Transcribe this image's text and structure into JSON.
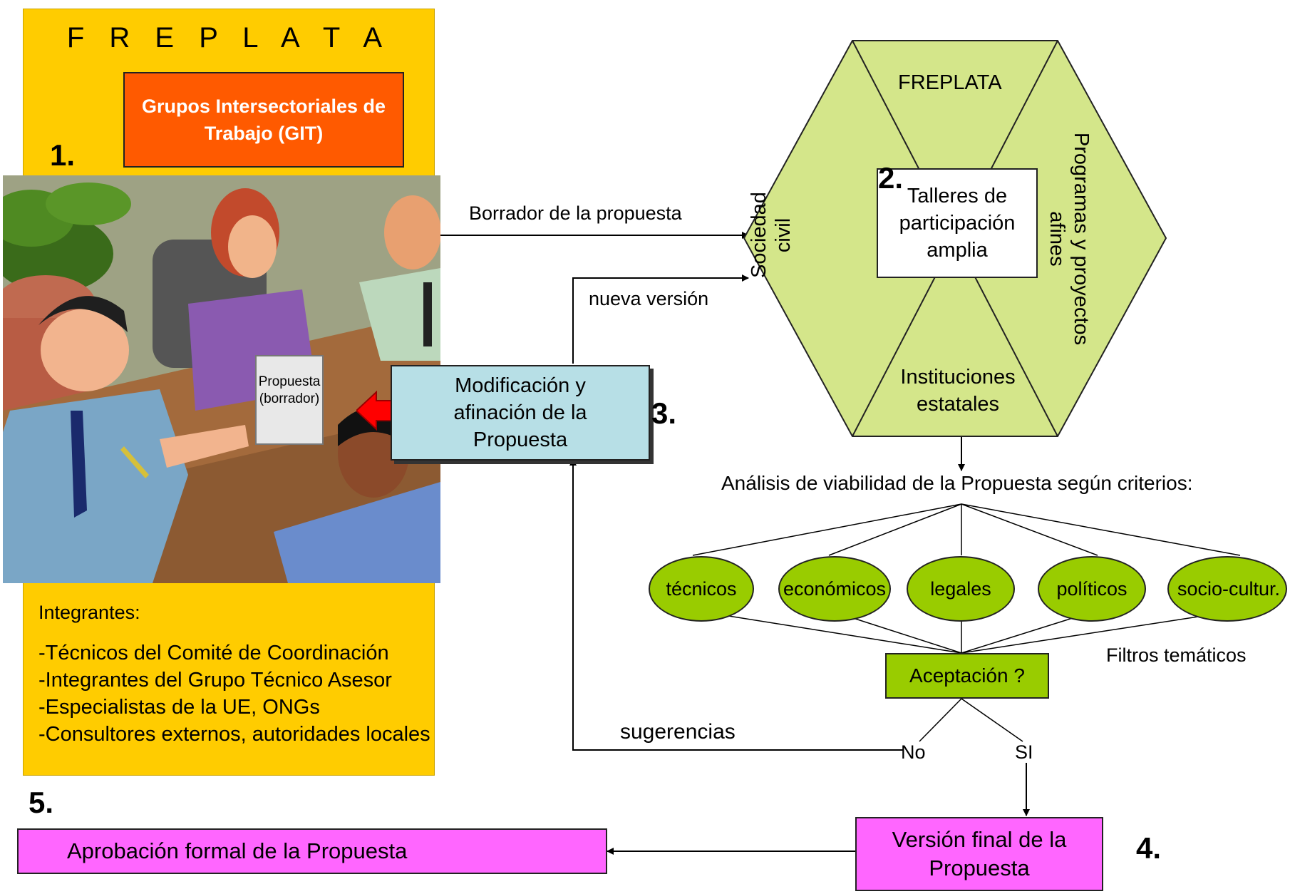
{
  "freplata_panel": {
    "title": "F R E P L A T A",
    "git_box": "Grupos Intersectoriales de Trabajo (GIT)",
    "step1": "1.",
    "members_title": "Integrantes:",
    "members": [
      "-Técnicos del Comité de Coordinación",
      "-Integrantes del Grupo Técnico Asesor",
      "-Especialistas de la UE, ONGs",
      "-Consultores externos, autoridades locales"
    ]
  },
  "illustration": {
    "document_label": "Propuesta (borrador)"
  },
  "flow": {
    "draft_label": "Borrador de la propuesta",
    "new_version_label": "nueva versión",
    "suggestions_label": "sugerencias",
    "no_label": "No",
    "si_label": "SI"
  },
  "modification": {
    "text": "Modificación y afinación de la Propuesta",
    "step": "3."
  },
  "hexagon": {
    "top": "FREPLATA",
    "left": "Sociedad civil",
    "right": "Programas y proyectos afines",
    "bottom": "Instituciones estatales",
    "center": "Talleres de participación amplia",
    "step": "2."
  },
  "analysis": {
    "title": "Análisis de viabilidad de la Propuesta según criterios:",
    "criteria": [
      "técnicos",
      "económicos",
      "legales",
      "políticos",
      "socio-cultur."
    ],
    "filters_label": "Filtros temáticos",
    "acceptance": "Aceptación ?"
  },
  "final_version": {
    "text": "Versión final de la Propuesta",
    "step": "4."
  },
  "approval": {
    "text": "Aprobación formal de la Propuesta",
    "step": "5."
  },
  "colors": {
    "panel_yellow": "#ffcc00",
    "git_orange": "#ff5a00",
    "hexagon_green": "#d4e68a",
    "criteria_green": "#99cc00",
    "modification_cyan": "#b7dfe6",
    "final_magenta": "#ff66ff",
    "arrow_red": "#ff0000"
  }
}
